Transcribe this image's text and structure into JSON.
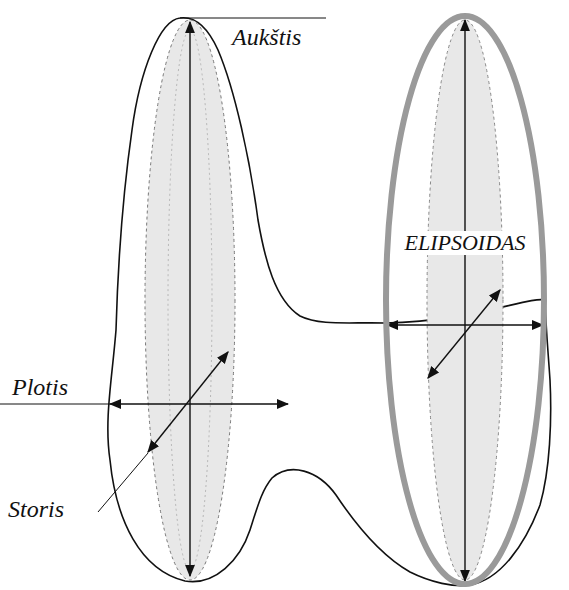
{
  "diagram": {
    "nodes": [
      {
        "text": [
          "ELIPSOIDAS"
        ]
      }
    ],
    "labels": [
      "Aukštis",
      "Plotis",
      "Storis"
    ]
  }
}
